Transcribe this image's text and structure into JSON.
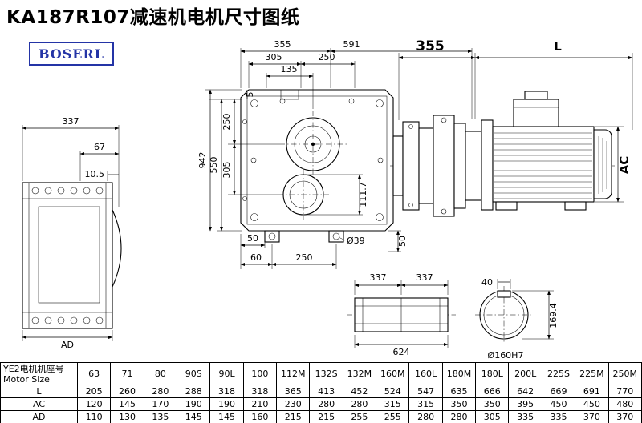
{
  "title": "KA187R107减速机电机尺寸图纸",
  "logo": "BOSERL",
  "dims": {
    "left": {
      "w337": "337",
      "h67": "67",
      "h105": "10.5",
      "ad": "AD"
    },
    "front": {
      "t355": "355",
      "t591": "591",
      "t305": "305",
      "t250": "250",
      "t135": "135",
      "l5": "5",
      "l250": "250",
      "l305": "305",
      "l550": "550",
      "l942": "942",
      "r1117": "111.7",
      "b50": "50",
      "b60": "60",
      "b250": "250",
      "dia39": "Ø39",
      "br50": "50"
    },
    "motor": {
      "d355": "355",
      "L": "L",
      "AC": "AC"
    },
    "shaft": {
      "a337": "337",
      "b337": "337",
      "d624": "624"
    },
    "end": {
      "d40": "40",
      "d1694": "169.4",
      "dia160": "Ø160H7"
    }
  },
  "table": {
    "header_label_cn": "YE2电机机座号",
    "header_label_en": "Motor Size",
    "columns": [
      "63",
      "71",
      "80",
      "90S",
      "90L",
      "100",
      "112M",
      "132S",
      "132M",
      "160M",
      "160L",
      "180M",
      "180L",
      "200L",
      "225S",
      "225M",
      "250M"
    ],
    "rows": [
      {
        "label": "L",
        "values": [
          205,
          260,
          280,
          288,
          318,
          318,
          365,
          413,
          452,
          524,
          547,
          635,
          666,
          642,
          669,
          691,
          770
        ]
      },
      {
        "label": "AC",
        "values": [
          120,
          145,
          170,
          190,
          190,
          210,
          230,
          280,
          280,
          315,
          315,
          350,
          350,
          395,
          450,
          450,
          480
        ]
      },
      {
        "label": "AD",
        "values": [
          110,
          130,
          135,
          145,
          145,
          160,
          215,
          215,
          255,
          255,
          280,
          280,
          305,
          335,
          335,
          370,
          370
        ]
      }
    ]
  }
}
